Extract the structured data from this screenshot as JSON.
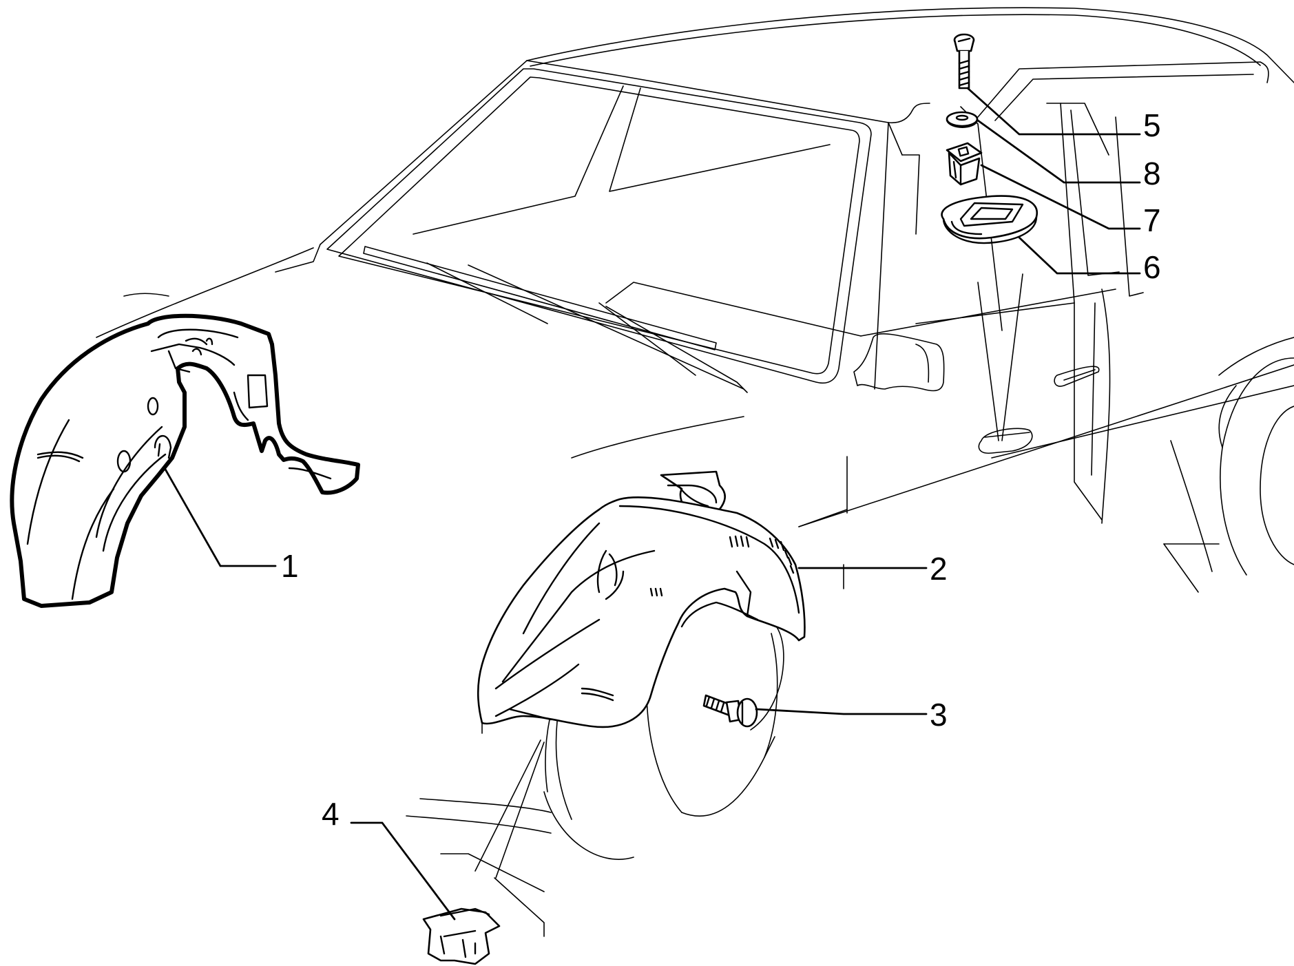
{
  "figure": {
    "background": "#ffffff",
    "line_color": "#000000"
  },
  "callouts": [
    {
      "id": "1",
      "label": "1"
    },
    {
      "id": "2",
      "label": "2"
    },
    {
      "id": "3",
      "label": "3"
    },
    {
      "id": "4",
      "label": "4"
    },
    {
      "id": "5",
      "label": "5"
    },
    {
      "id": "6",
      "label": "6"
    },
    {
      "id": "7",
      "label": "7"
    },
    {
      "id": "8",
      "label": "8"
    }
  ]
}
